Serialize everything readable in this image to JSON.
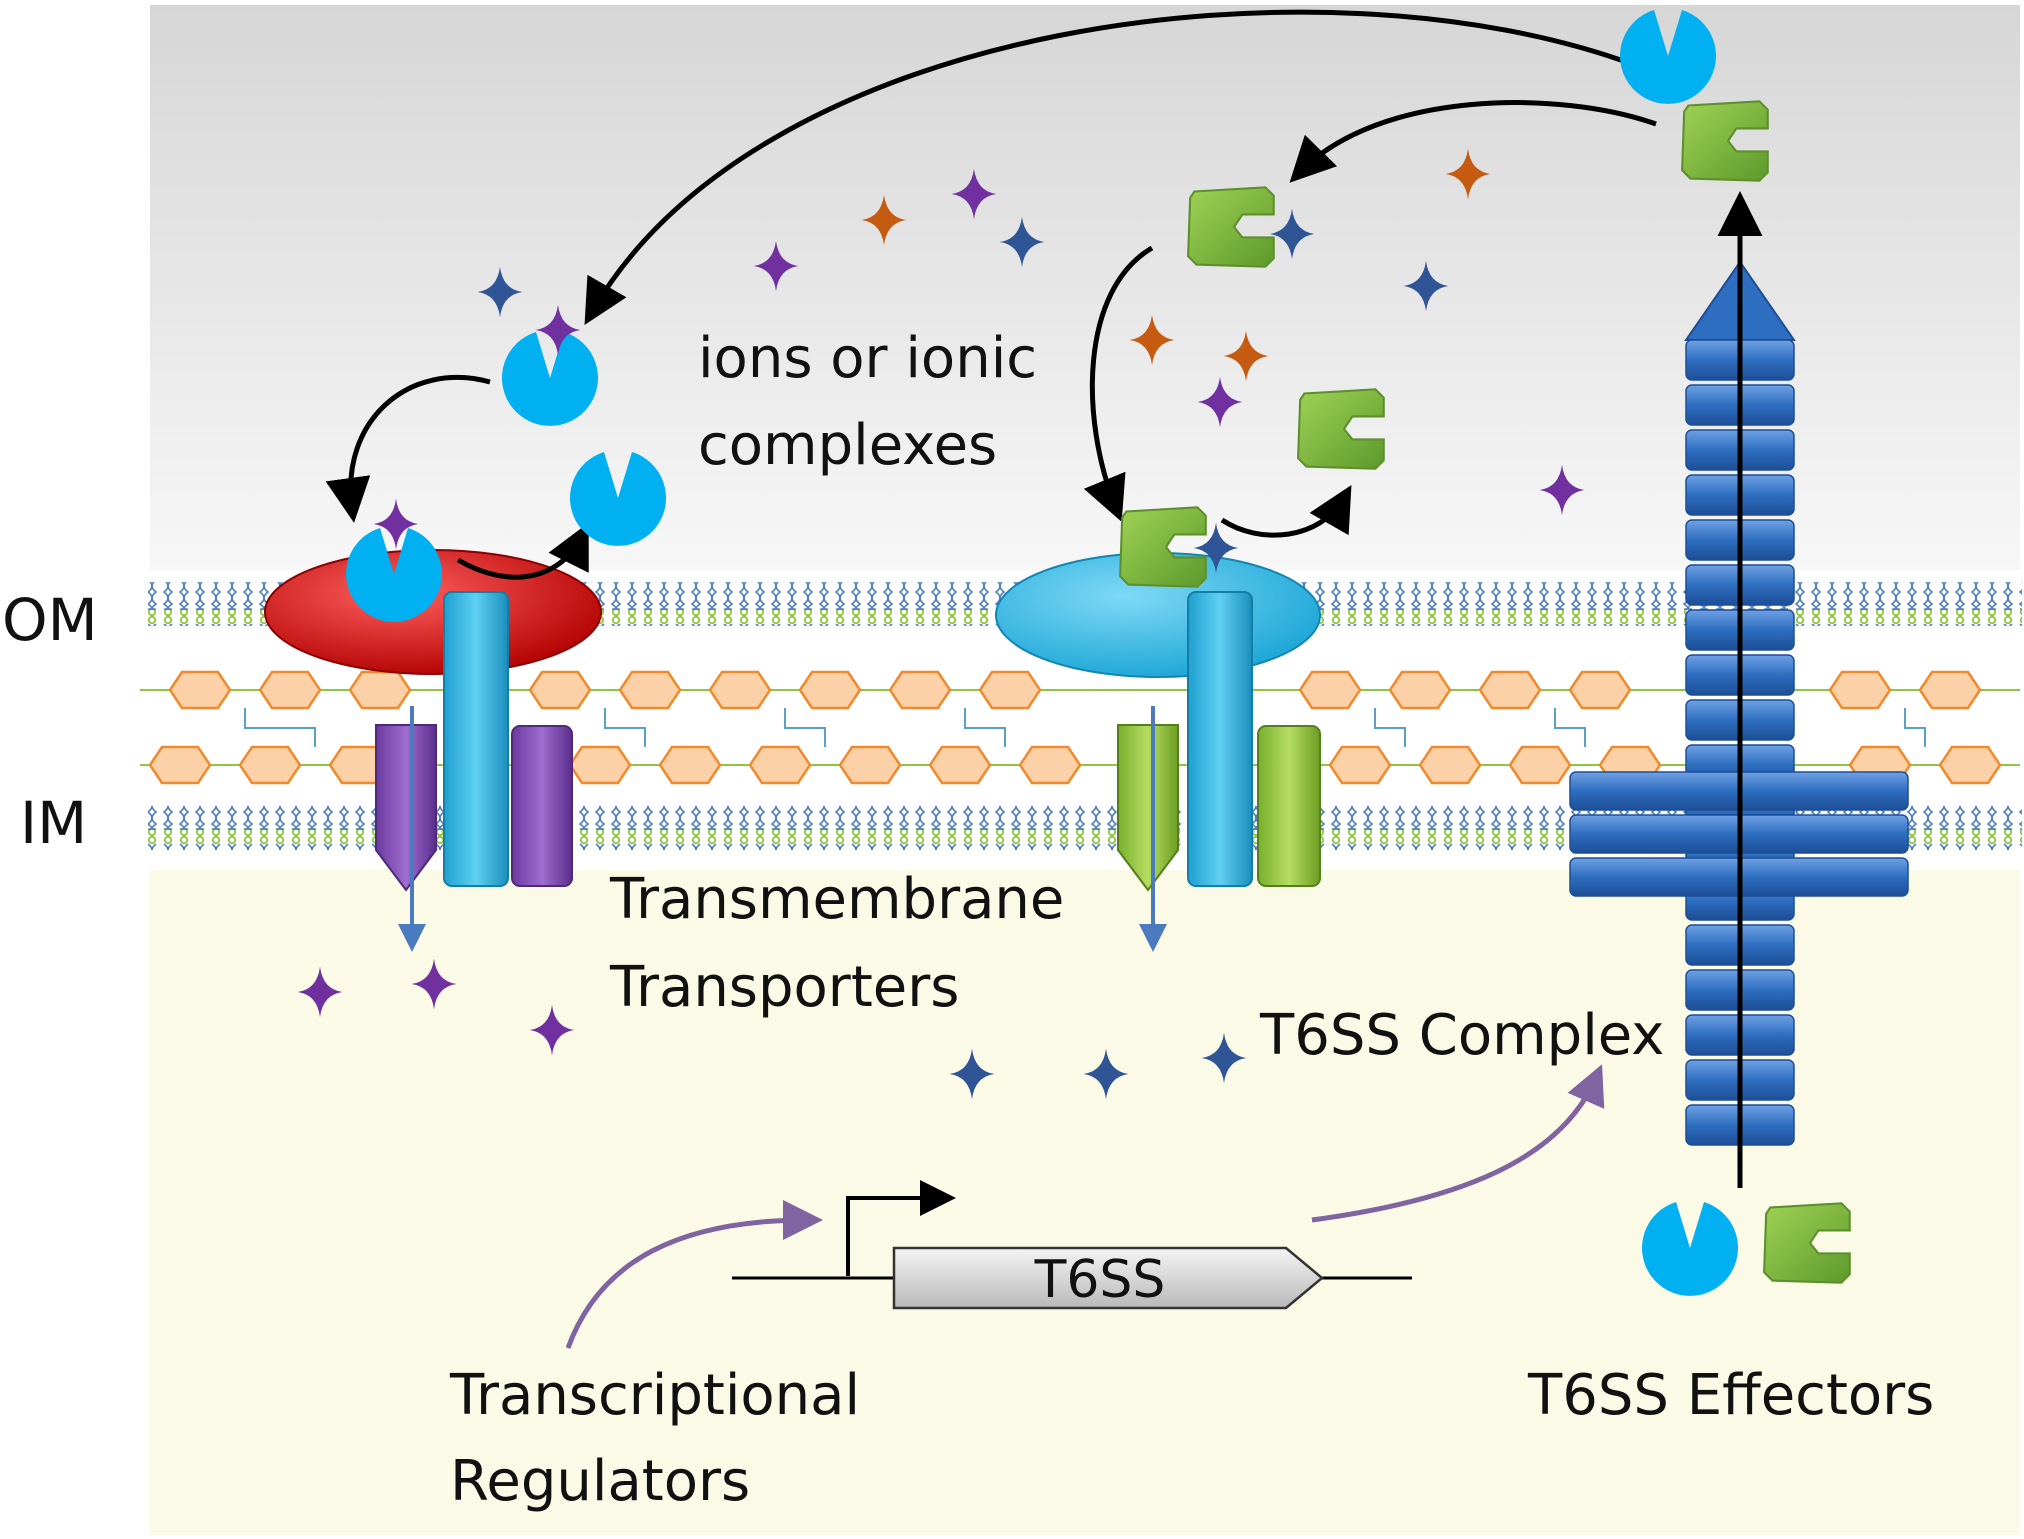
{
  "labels": {
    "outer_membrane": "OM",
    "inner_membrane": "IM",
    "ions_line1": "ions or ionic",
    "ions_line2": "complexes",
    "transporters_line1": "Transmembrane",
    "transporters_line2": "Transporters",
    "t6ss_complex": "T6SS Complex",
    "gene": "T6SS",
    "regulators_line1": "Transcriptional",
    "regulators_line2": "Regulators",
    "effectors": "T6SS Effectors"
  },
  "colors": {
    "extracellular_bg": "#e4e4e4",
    "cytoplasm_bg": "#fafae6",
    "lipid_head": "#8dc63f",
    "lipid_tail": "#4a7bbf",
    "peptidoglycan_fill": "#fdd1a8",
    "peptidoglycan_stroke": "#f08a2c",
    "ion_purple": "#7030a0",
    "ion_orange": "#c55a11",
    "ion_blue": "#2f5597",
    "effector_blue": "#00b0f0",
    "effector_green": "#70ad47",
    "t6ss_blue": "#2e6ec0",
    "transporter_red": "#c00000",
    "transporter_cyan": "#28b7e2",
    "regulator_arrow": "#8064a2"
  },
  "icons": [
    "ion-star",
    "blue-pacman-effector",
    "green-c-effector",
    "promoter-arrow",
    "gene-box"
  ]
}
